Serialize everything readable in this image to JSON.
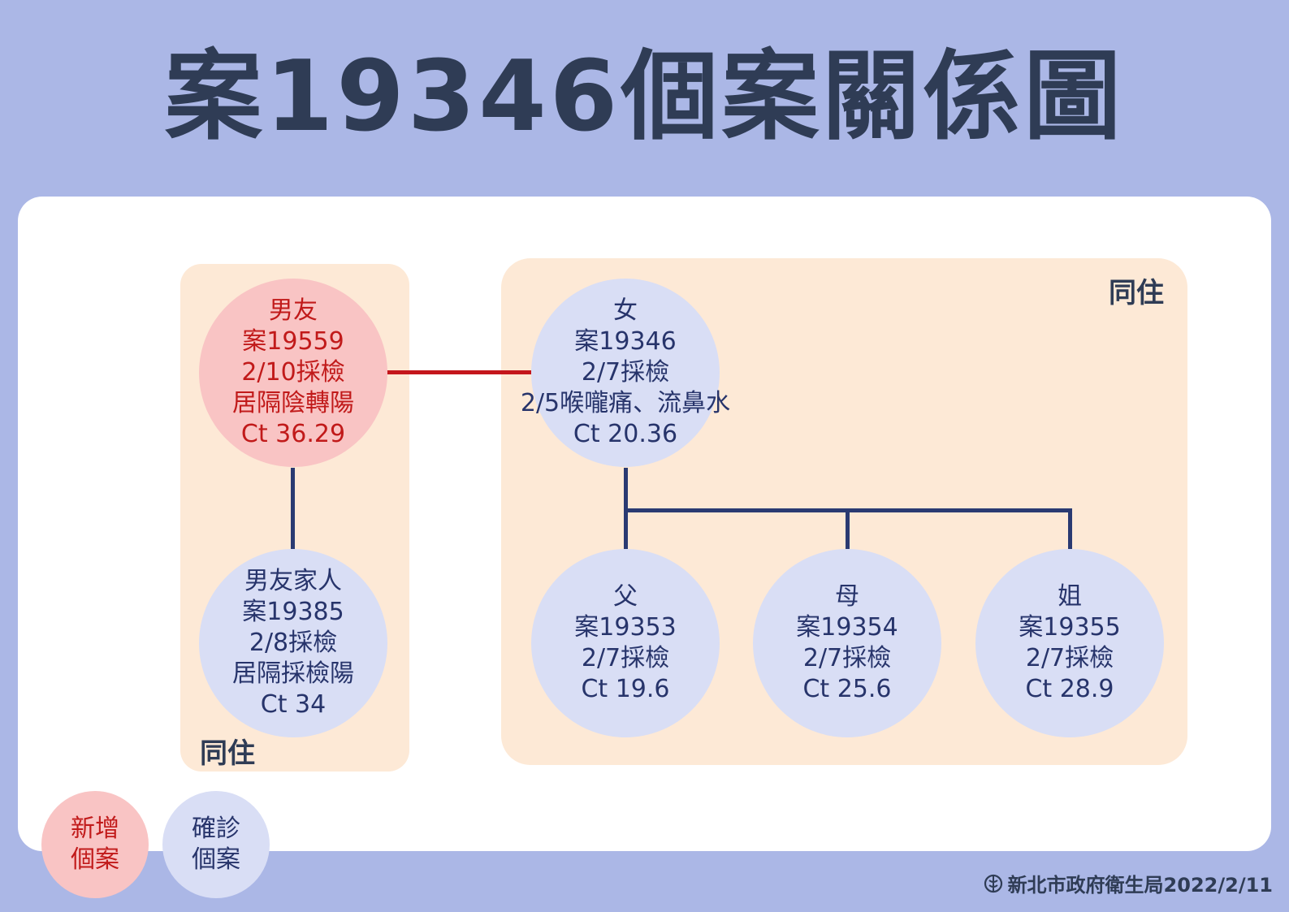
{
  "title": "案19346個案關係圖",
  "groups": {
    "left_label": "同住",
    "right_label": "同住"
  },
  "nodes": {
    "boyfriend": {
      "lines": [
        "男友",
        "案19559",
        "2/10採檢",
        "居隔陰轉陽",
        "Ct 36.29"
      ],
      "status": "new"
    },
    "boyfriend_family": {
      "lines": [
        "男友家人",
        "案19385",
        "2/8採檢",
        "居隔採檢陽",
        "Ct 34"
      ],
      "status": "confirmed"
    },
    "female": {
      "lines": [
        "女",
        "案19346",
        "2/7採檢",
        "2/5喉嚨痛、流鼻水",
        "Ct 20.36"
      ],
      "status": "confirmed"
    },
    "father": {
      "lines": [
        "父",
        "案19353",
        "2/7採檢",
        "Ct 19.6"
      ],
      "status": "confirmed"
    },
    "mother": {
      "lines": [
        "母",
        "案19354",
        "2/7採檢",
        "Ct 25.6"
      ],
      "status": "confirmed"
    },
    "sister": {
      "lines": [
        "姐",
        "案19355",
        "2/7採檢",
        "Ct 28.9"
      ],
      "status": "confirmed"
    }
  },
  "legend": {
    "new": [
      "新增",
      "個案"
    ],
    "confirmed": [
      "確診",
      "個案"
    ]
  },
  "colors": {
    "background": "#abb7e6",
    "new_case": "#f9c4c4",
    "confirmed_case": "#d9def5",
    "group": "#fde9d6",
    "red_link": "#c4161c",
    "navy_link": "#2a3a72"
  },
  "footer": "新北市政府衛生局2022/2/11"
}
